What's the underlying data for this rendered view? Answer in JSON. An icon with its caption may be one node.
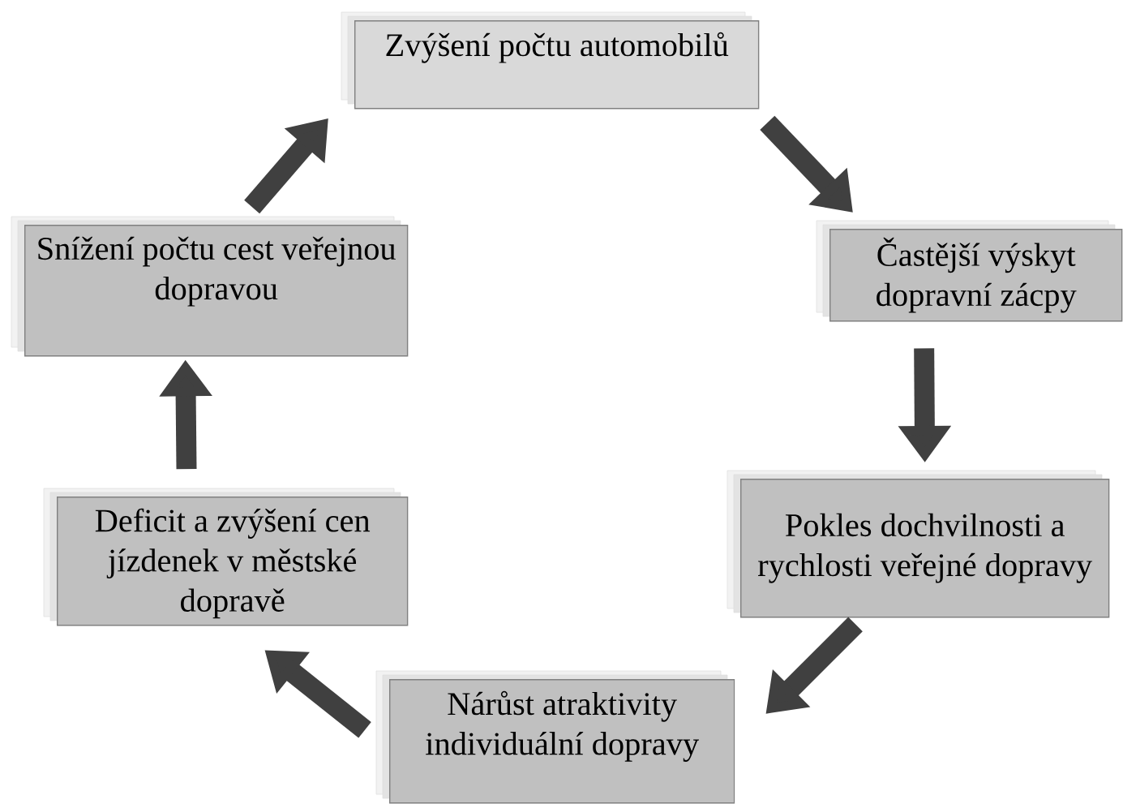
{
  "diagram": {
    "nodes": [
      {
        "text": [
          "Zvýšení počtu automobilů"
        ]
      },
      {
        "text": [
          "Častější výskyt dopravní zácpy"
        ]
      },
      {
        "text": [
          "Pokles dochvilnosti a rychlosti veřejné dopravy"
        ]
      },
      {
        "text": [
          "Nárůst atraktivity individuální dopravy"
        ]
      },
      {
        "text": [
          "Deficit a zvýšení cen jízdenek v městské dopravě"
        ]
      },
      {
        "text": [
          "Snížení počtu cest veřejnou dopravou"
        ]
      }
    ],
    "edges": [
      {
        "from": 0,
        "to": 1,
        "arrow": "to"
      },
      {
        "from": 1,
        "to": 2,
        "arrow": "to"
      },
      {
        "from": 2,
        "to": 3,
        "arrow": "to"
      },
      {
        "from": 3,
        "to": 4,
        "arrow": "to"
      },
      {
        "from": 4,
        "to": 5,
        "arrow": "to"
      },
      {
        "from": 5,
        "to": 0,
        "arrow": "to"
      }
    ]
  }
}
